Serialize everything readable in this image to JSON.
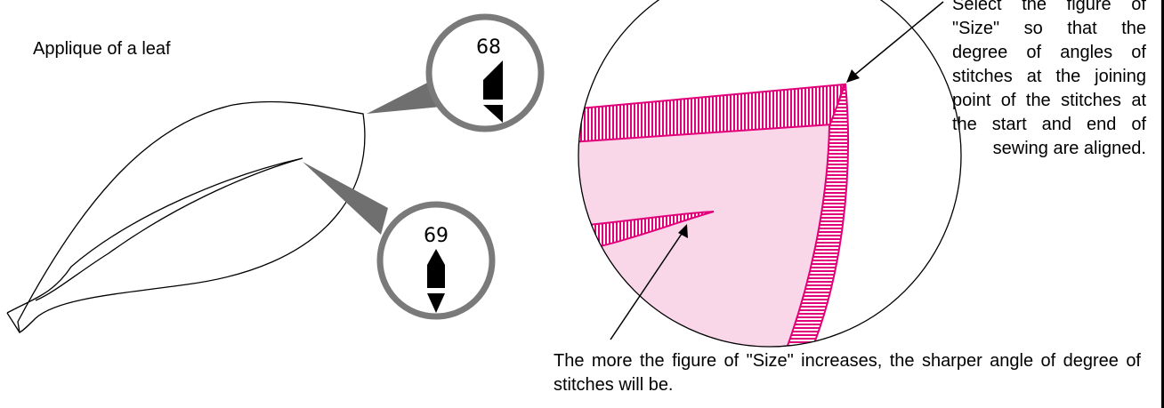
{
  "title": "Applique of a leaf",
  "badges": {
    "top": {
      "number": "68",
      "icon": "pointed-top-stitch-icon"
    },
    "bottom": {
      "number": "69",
      "icon": "pointed-both-ends-stitch-icon"
    }
  },
  "notes": {
    "top": "Select the figure of \"Size\" so that the degree of angles of stitches at the joining point of the stitches at the start and end of sewing are aligned.",
    "bottom": "The more the figure of \"Size\" increases, the sharper angle of degree of stitches will be."
  },
  "colors": {
    "satin_stitch": "#e2007a",
    "fabric_fill": "#f9d6e8",
    "badge_border": "#7a7a7a",
    "callout": "#6f6f6f"
  }
}
